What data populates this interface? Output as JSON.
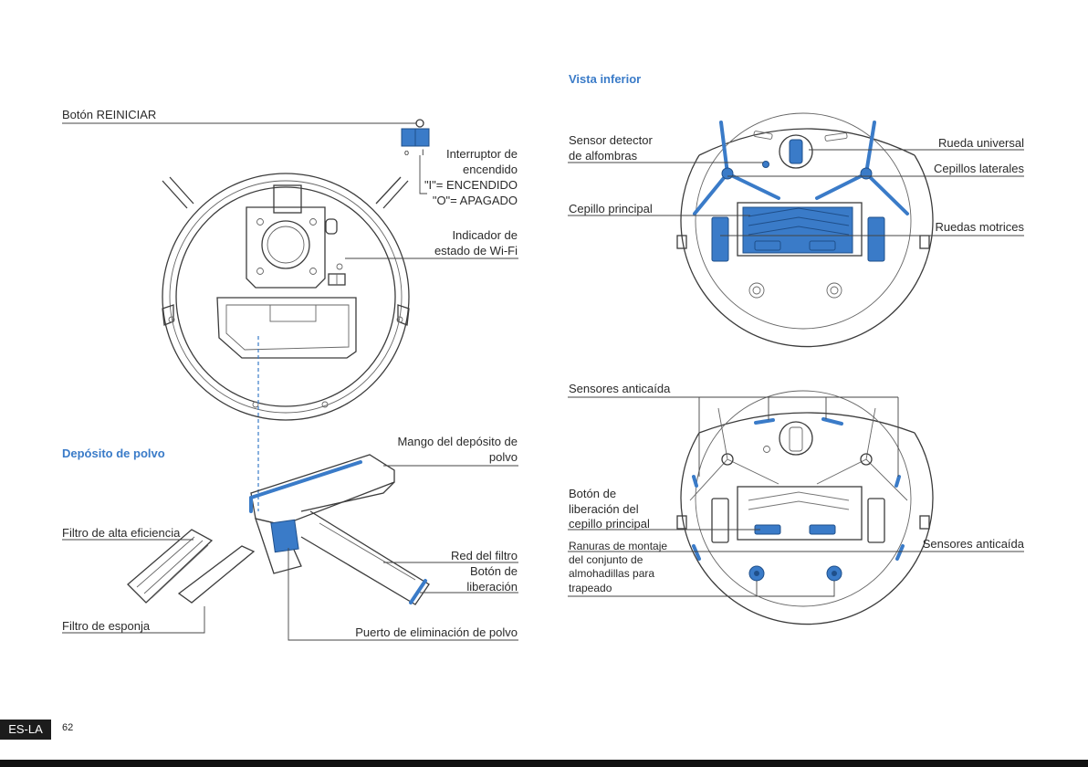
{
  "sections": {
    "bottom_view": "Vista inferior",
    "dust_bin": "Depósito de polvo"
  },
  "left": {
    "reset": "Botón REINICIAR",
    "power_switch": [
      "Interruptor de",
      "encendido",
      "\"I\"= ENCENDIDO",
      "\"O\"= APAGADO"
    ],
    "wifi": [
      "Indicador de",
      "estado de Wi-Fi"
    ],
    "switch_marks": [
      "o",
      "I"
    ],
    "handle": [
      "Mango del depósito de",
      "polvo"
    ],
    "hepa_filter": "Filtro de alta eficiencia",
    "filter_net": "Red del filtro",
    "release_button": [
      "Botón de",
      "liberación"
    ],
    "sponge_filter": "Filtro de esponja",
    "evac_port": "Puerto de eliminación de polvo"
  },
  "right": {
    "carpet_sensor": [
      "Sensor detector",
      "de alfombras"
    ],
    "universal_wheel": "Rueda universal",
    "side_brushes": "Cepillos laterales",
    "main_brush": "Cepillo principal",
    "drive_wheels": "Ruedas motrices",
    "cliff_sensors_top": "Sensores anticaída",
    "brush_release": [
      "Botón de",
      "liberación del",
      "cepillo principal"
    ],
    "mop_slots": [
      "Ranuras de montaje",
      "del conjunto de",
      "almohadillas para",
      "trapeado"
    ],
    "cliff_sensors_right": "Sensores anticaída"
  },
  "footer": {
    "lang": "ES-LA",
    "page": "62"
  },
  "colors": {
    "accent": "#3a7bc8",
    "line": "#444444"
  }
}
